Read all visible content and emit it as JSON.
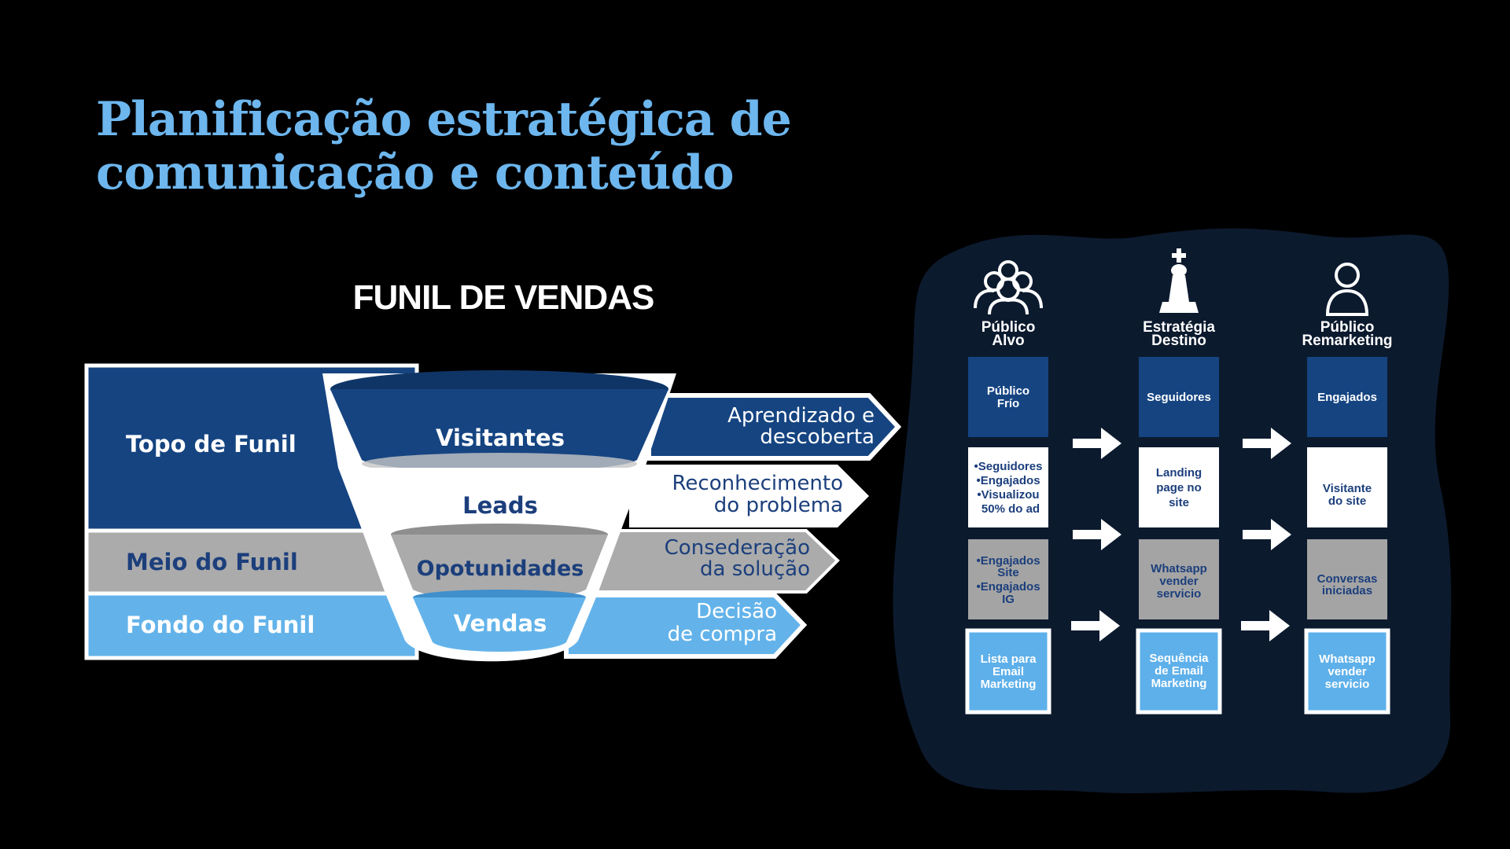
{
  "title": {
    "line1": "Planificação estratégica de",
    "line2": "comunicação e conteúdo"
  },
  "funnel": {
    "heading": "FUNIL DE VENDAS",
    "stages": [
      {
        "band": "Topo de Funil",
        "funnel": "Visitantes",
        "arrow": [
          "Aprendizado e",
          "descoberta"
        ]
      },
      {
        "band": "",
        "funnel": "Leads",
        "arrow": [
          "Reconhecimento",
          "do problema"
        ]
      },
      {
        "band": "Meio do Funil",
        "funnel": "Opotunidades",
        "arrow": [
          "Consederação",
          "da solução"
        ]
      },
      {
        "band": "Fondo do Funil",
        "funnel": "Vendas",
        "arrow": [
          "Decisão",
          "de compra"
        ]
      }
    ],
    "colors": {
      "dark_blue": "#154481",
      "gray": "#ababab",
      "light_blue": "#63b3ea",
      "white": "#ffffff",
      "text_blue": "#1c3f7c"
    }
  },
  "strategy": {
    "columns": [
      {
        "icon": "group-icon",
        "header": [
          "Público",
          "Alvo"
        ],
        "boxes": [
          [
            "Público",
            "Frío"
          ],
          [
            "•Seguidores",
            "•Engajados",
            "•Visualizou",
            "50% do ad"
          ],
          [
            "•Engajados",
            "Site",
            "•Engajados",
            "IG"
          ],
          [
            "Lista para",
            "Email",
            "Marketing"
          ]
        ]
      },
      {
        "icon": "chess-king-icon",
        "header": [
          "Estratégia",
          "Destino"
        ],
        "boxes": [
          [
            "Seguidores"
          ],
          [
            "Landing",
            "page no",
            "site"
          ],
          [
            "Whatsapp",
            "vender",
            "servicio"
          ],
          [
            "Sequência",
            "de Email",
            "Marketing"
          ]
        ]
      },
      {
        "icon": "person-icon",
        "header": [
          "Público",
          "Remarketing"
        ],
        "boxes": [
          [
            "Engajados"
          ],
          [
            "Visitante",
            "do site"
          ],
          [
            "Conversas",
            "iniciadas"
          ],
          [
            "Whatsapp",
            "vender",
            "servicio"
          ]
        ]
      }
    ],
    "colors": {
      "panel": "#0c1a2e",
      "dark_box": "#154481",
      "white_box": "#ffffff",
      "gray_box": "#a4a4a4",
      "light_box": "#5eb0ea"
    }
  }
}
